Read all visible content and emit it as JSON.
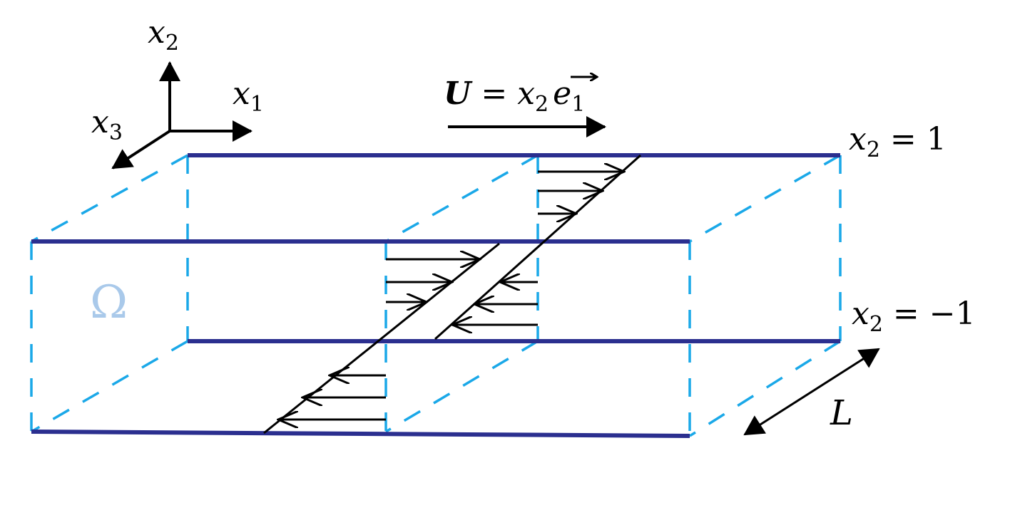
{
  "axes": {
    "x1": {
      "sym": "x",
      "sub": "1"
    },
    "x2": {
      "sym": "x",
      "sub": "2"
    },
    "x3": {
      "sym": "x",
      "sub": "3"
    }
  },
  "flow": {
    "U": "U",
    "eq": " = ",
    "x": "x",
    "xsub": "2",
    "e": "e",
    "esub": "1"
  },
  "walls": {
    "top": {
      "sym": "x",
      "sub": "2",
      "rest": " = 1"
    },
    "bottom": {
      "sym": "x",
      "sub": "2",
      "rest": " = −1"
    }
  },
  "domain": {
    "label": "Ω"
  },
  "length": {
    "label": "L"
  },
  "colors": {
    "wall": "#2b2f8f",
    "dashed": "#1aa8e8",
    "omega": "#a9c9ea",
    "ink": "#000000"
  }
}
